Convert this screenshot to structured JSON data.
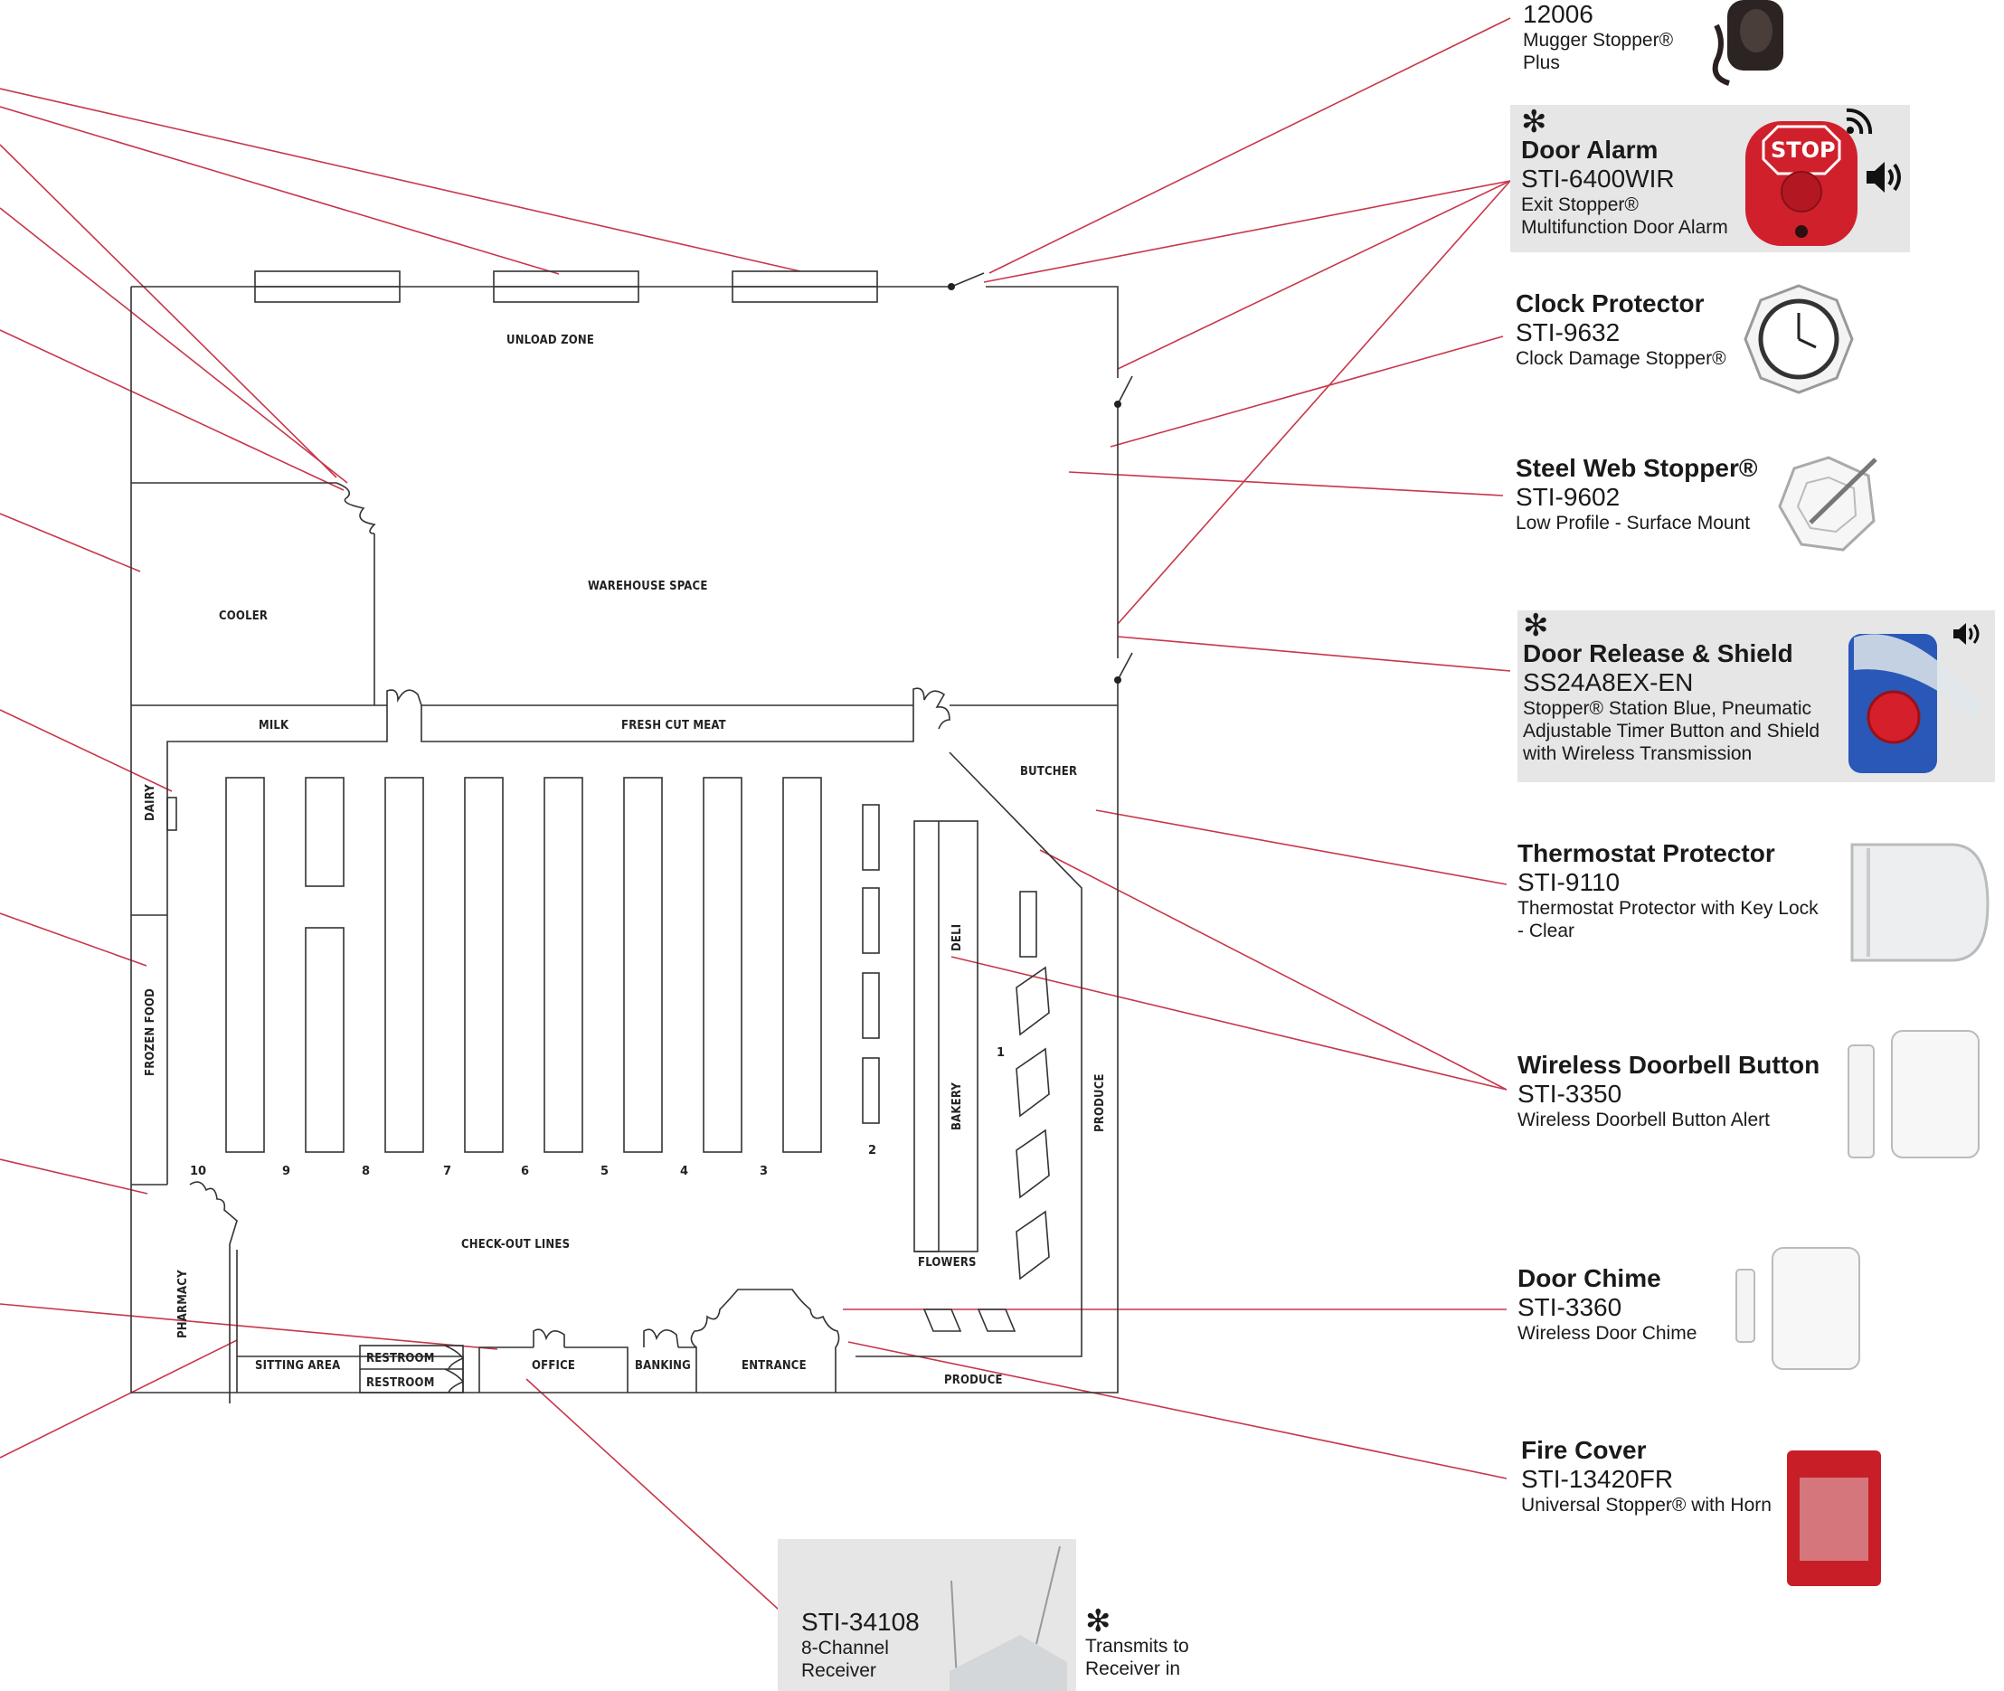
{
  "floor_labels": {
    "unload_zone": "UNLOAD ZONE",
    "warehouse_space": "WAREHOUSE SPACE",
    "cooler": "COOLER",
    "milk": "MILK",
    "fresh_cut_meat": "FRESH CUT MEAT",
    "butcher": "BUTCHER",
    "dairy": "DAIRY",
    "frozen_food": "FROZEN FOOD",
    "deli": "DELI",
    "bakery": "BAKERY",
    "produce_side": "PRODUCE",
    "flowers": "FLOWERS",
    "check_out_lines": "CHECK-OUT LINES",
    "pharmacy": "PHARMACY",
    "sitting_area": "SITTING AREA",
    "restroom_1": "RESTROOM",
    "restroom_2": "RESTROOM",
    "office": "OFFICE",
    "banking": "BANKING",
    "entrance": "ENTRANCE",
    "produce_bottom": "PRODUCE"
  },
  "aisle_numbers": [
    "10",
    "9",
    "8",
    "7",
    "6",
    "5",
    "4",
    "3",
    "2",
    "1"
  ],
  "products": {
    "mugger": {
      "model": "12006",
      "desc_1": "Mugger Stopper®",
      "desc_2": "Plus"
    },
    "door_alarm": {
      "star": "✻",
      "name": "Door Alarm",
      "model": "STI-6400WIR",
      "desc_1": "Exit Stopper®",
      "desc_2": "Multifunction Door Alarm",
      "badge": "STOP"
    },
    "clock": {
      "name": "Clock Protector",
      "model": "STI-9632",
      "desc_1": "Clock Damage Stopper®"
    },
    "steel_web": {
      "name": "Steel Web Stopper®",
      "model": "STI-9602",
      "desc_1": "Low Profile - Surface Mount"
    },
    "door_release": {
      "star": "✻",
      "name": "Door Release & Shield",
      "model": "SS24A8EX-EN",
      "desc_1": "Stopper® Station Blue, Pneumatic",
      "desc_2": "Adjustable Timer Button and Shield",
      "desc_3": "with Wireless Transmission"
    },
    "thermostat": {
      "name": "Thermostat Protector",
      "model": "STI-9110",
      "desc_1": "Thermostat Protector with Key Lock",
      "desc_2": "- Clear"
    },
    "doorbell": {
      "name": "Wireless Doorbell Button",
      "model": "STI-3350",
      "desc_1": "Wireless Doorbell Button Alert"
    },
    "chime": {
      "name": "Door Chime",
      "model": "STI-3360",
      "desc_1": "Wireless Door Chime"
    },
    "fire": {
      "name": "Fire Cover",
      "model": "STI-13420FR",
      "desc_1": "Universal Stopper® with Horn"
    },
    "receiver": {
      "model": "STI-34108",
      "desc_1": "8-Channel",
      "desc_2": "Receiver"
    }
  },
  "footnote": {
    "star": "✻",
    "line_1": "Transmits to",
    "line_2": "Receiver in"
  },
  "colors": {
    "leader_line": "#c8364a",
    "panel_grey": "#e6e6e7",
    "wall": "#333333"
  }
}
